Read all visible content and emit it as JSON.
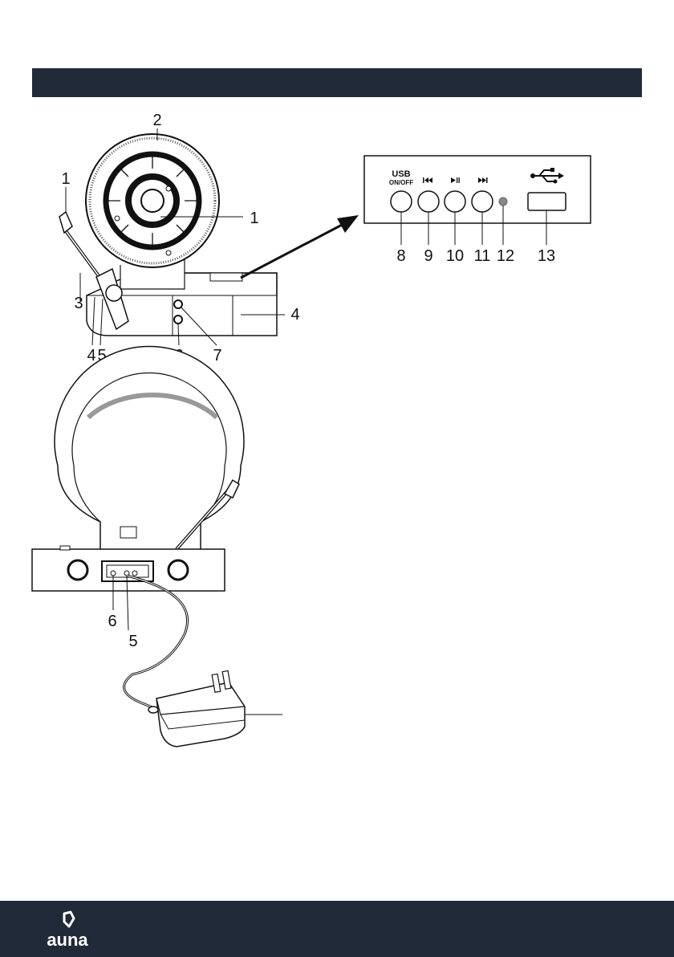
{
  "header": {
    "background": "#212a38"
  },
  "figure_top": {
    "callouts": {
      "c_arm_left": "1",
      "c_platter_top": "2",
      "c_spindle_right": "1",
      "c_arm": "3",
      "c_base_right": "4",
      "c_bottom_4": "4",
      "c_bottom_5": "5",
      "c_bottom_6": "6",
      "c_bottom_7": "7"
    },
    "usb_panel": {
      "title": "USB",
      "subtitle": "ON/OFF",
      "buttons": [
        {
          "number": "8",
          "icon": "power-icon"
        },
        {
          "number": "9",
          "icon": "previous-icon"
        },
        {
          "number": "10",
          "icon": "play-pause-icon"
        },
        {
          "number": "11",
          "icon": "next-icon"
        },
        {
          "number": "12",
          "icon": "led-indicator"
        },
        {
          "number": "13",
          "icon": "usb-port-icon"
        }
      ]
    }
  },
  "figure_bottom": {
    "callouts": {
      "c_jack_6": "6",
      "c_jack_5": "5"
    }
  },
  "footer": {
    "background": "#212a38",
    "brand": "auna"
  }
}
